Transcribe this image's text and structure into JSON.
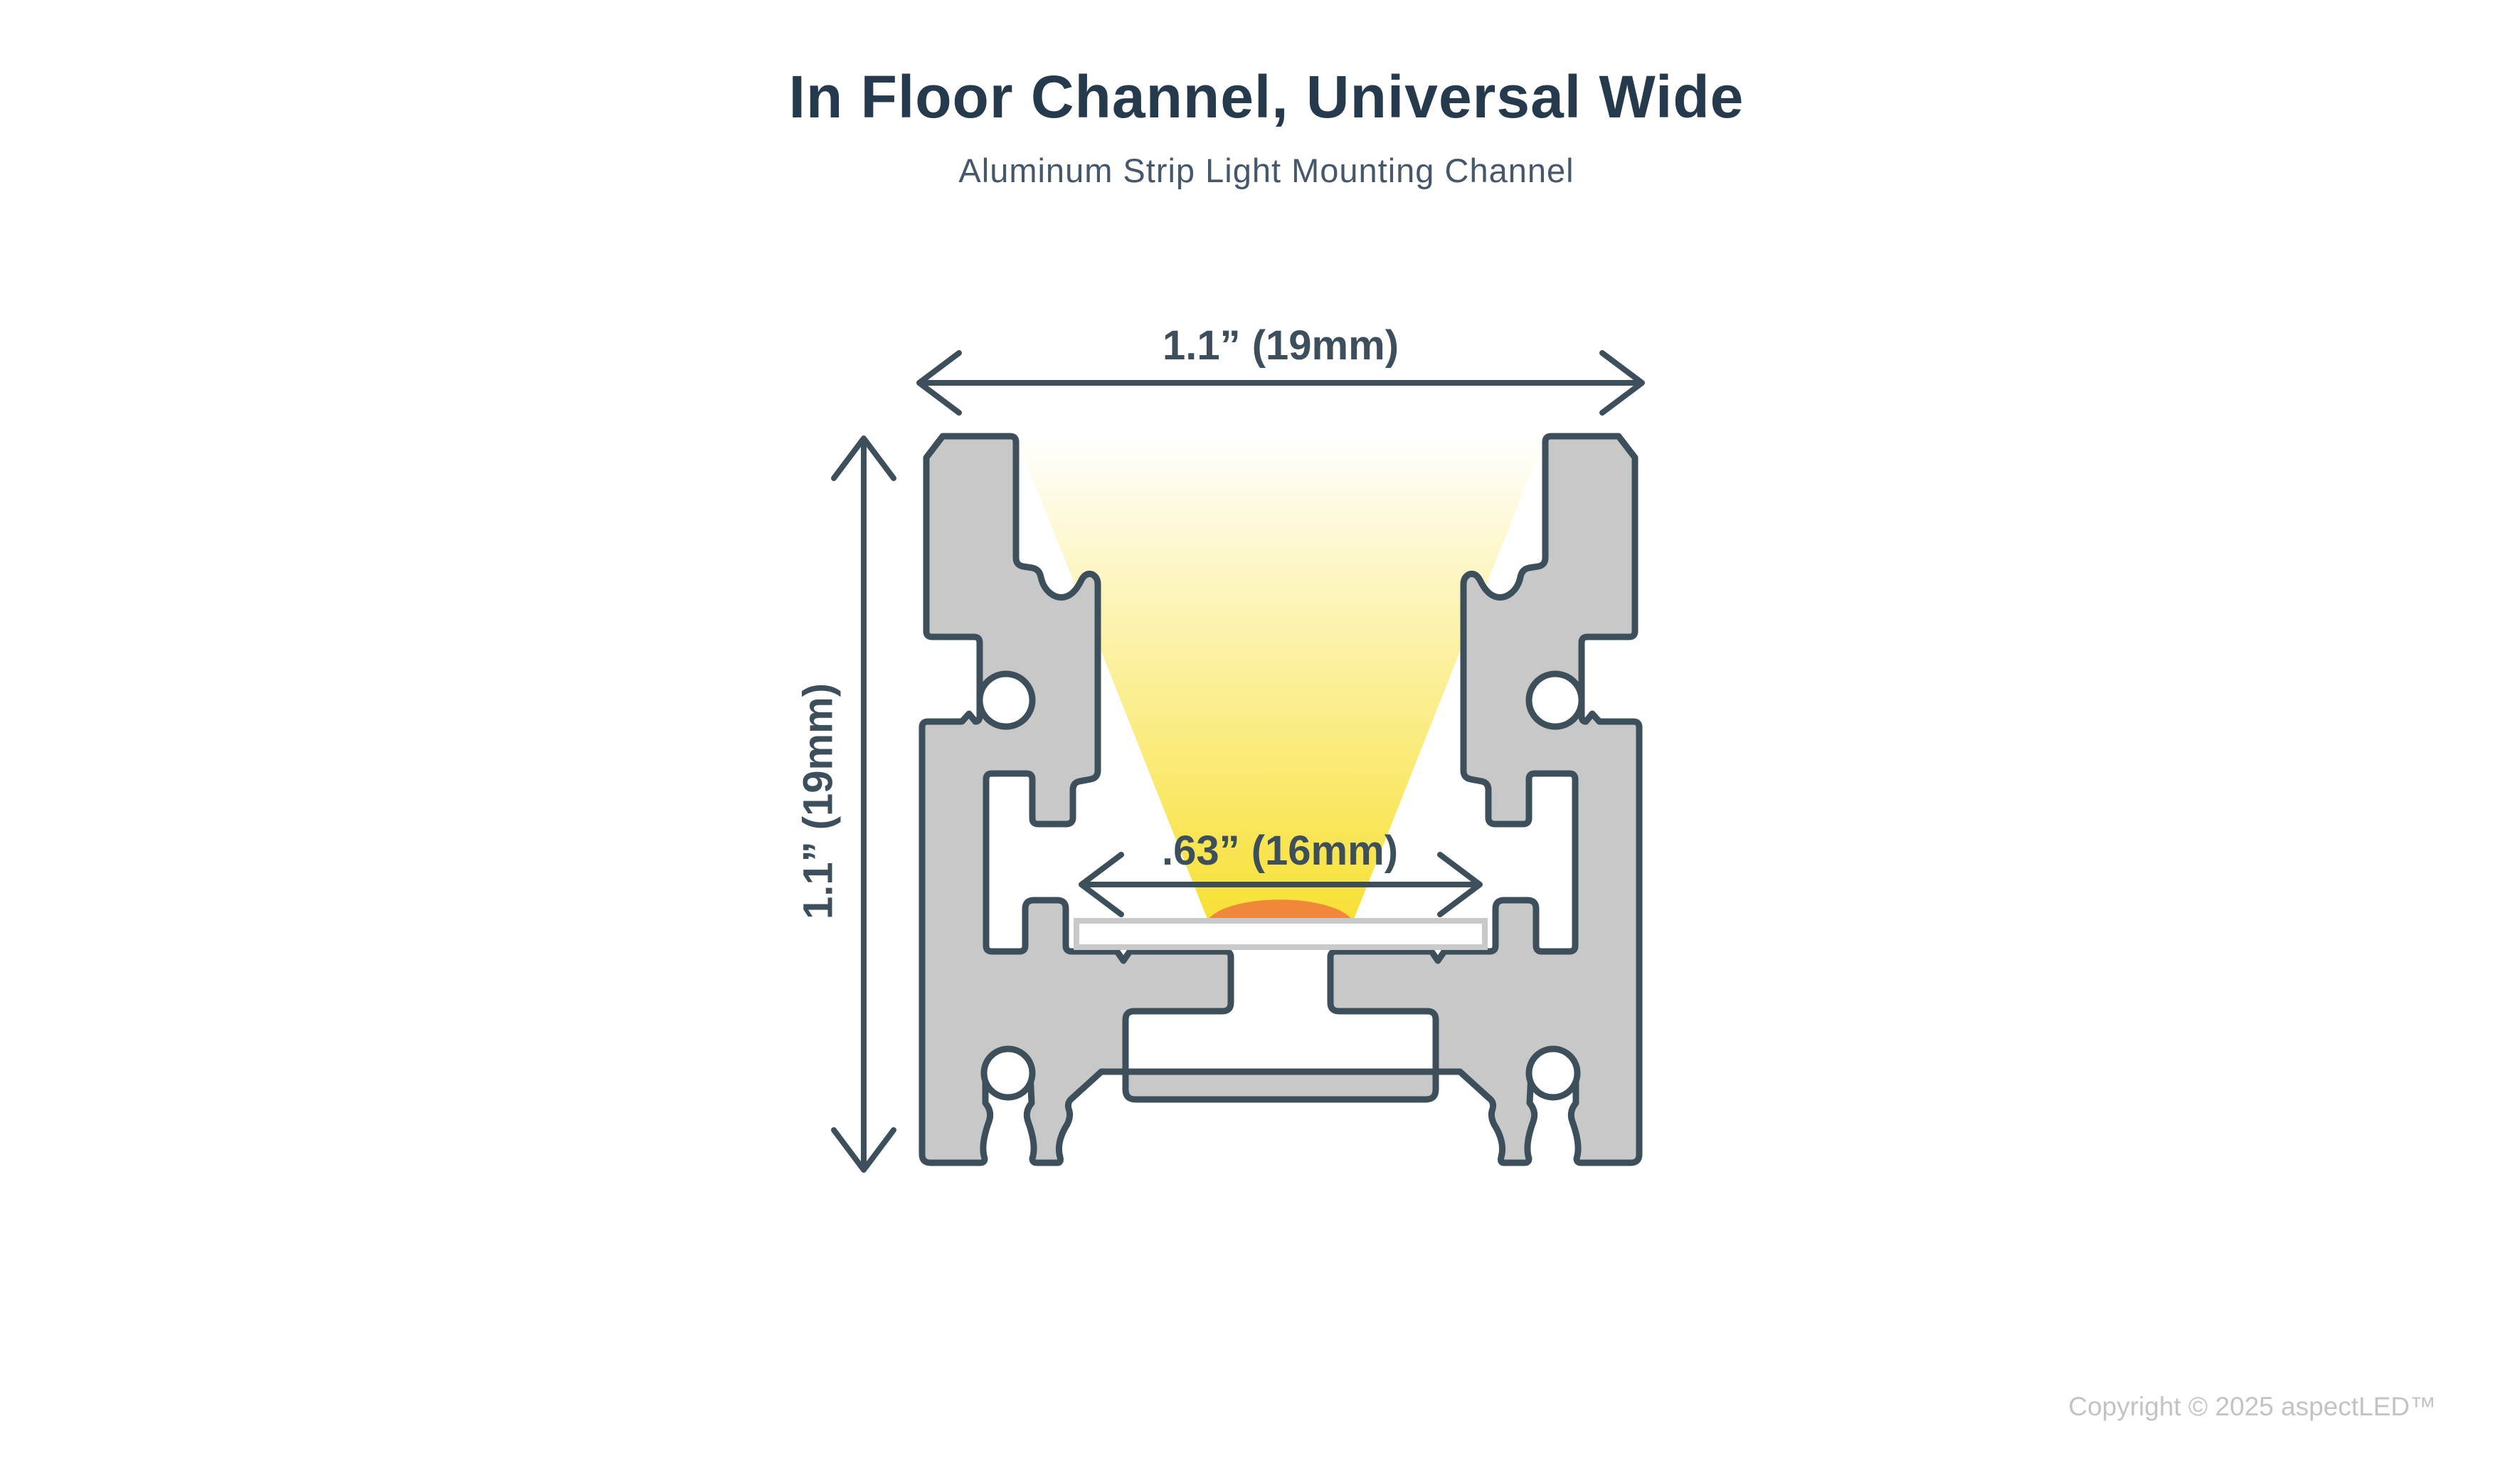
{
  "header": {
    "title": "In Floor Channel, Universal Wide",
    "subtitle": "Aluminum Strip Light Mounting Channel"
  },
  "diagram": {
    "name": "in-floor-channel-cross-section",
    "dimensions": {
      "overall_width": "1.1” (19mm)",
      "overall_height": "1.1” (19mm)",
      "inner_width": ".63” (16mm)"
    },
    "colors": {
      "outline": "#3e4f5c",
      "aluminum_fill": "#c8c8c8",
      "beam_top": "#ffffff",
      "beam_bottom": "#f7e034",
      "led": "#f0873a",
      "strip_fill": "#ffffff",
      "strip_border": "#c9c9c9"
    }
  },
  "footer": {
    "copyright": "Copyright © 2025 aspectLED™"
  }
}
